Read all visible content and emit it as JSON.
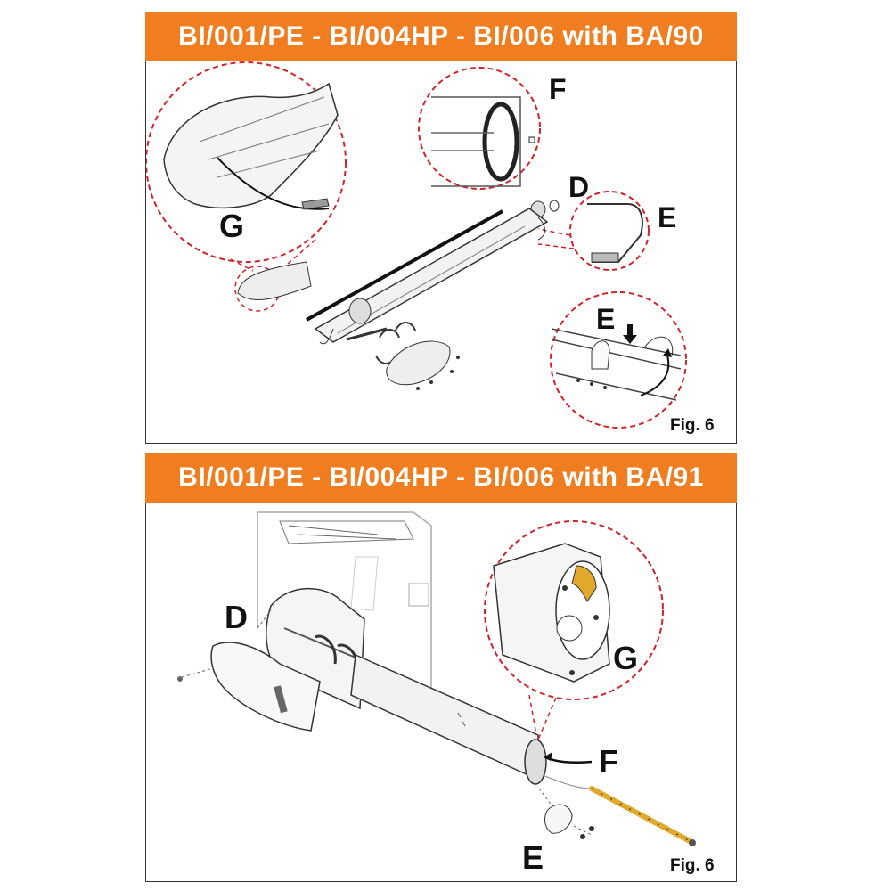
{
  "sections": [
    {
      "title": "BI/001/PE - BI/004HP - BI/006 with BA/90",
      "figure_label": "Fig. 6",
      "callouts": {
        "g": "G",
        "f": "F",
        "d": "D",
        "e": "E",
        "e2": "E"
      }
    },
    {
      "title": "BI/001/PE - BI/004HP - BI/006 with BA/91",
      "figure_label": "Fig. 6",
      "callouts": {
        "d": "D",
        "g": "G",
        "f": "F",
        "e": "E"
      }
    }
  ],
  "colors": {
    "banner": "#f07d1f",
    "dashed_circle": "#d2232a",
    "led_strip": "#e0a92b"
  }
}
